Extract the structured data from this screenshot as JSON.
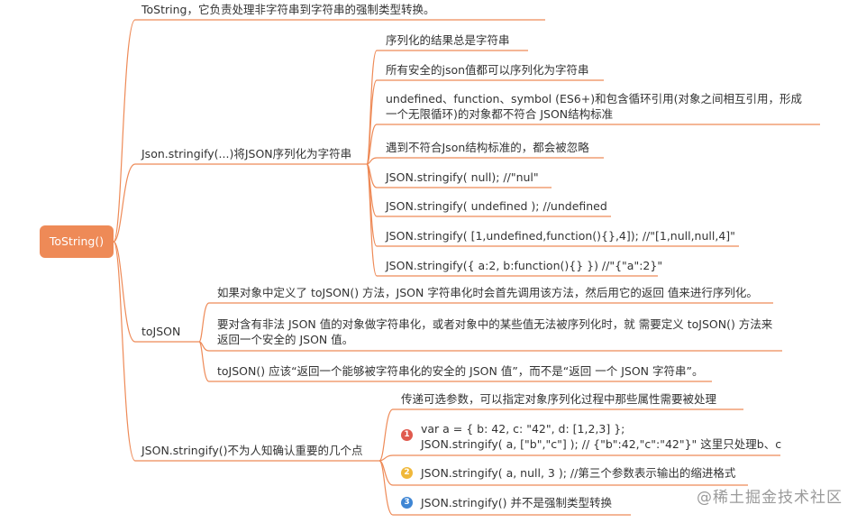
{
  "colors": {
    "accent": "#ee8a57",
    "line": "#ee8a57",
    "badge1": "#e05a4e",
    "badge2": "#f0b83a",
    "badge3": "#3f86d4"
  },
  "root": {
    "label": "ToString()"
  },
  "branches": [
    {
      "label": "ToString，它负责处理非字符串到字符串的强制类型转换。"
    },
    {
      "label": "Json.stringify(...)将JSON序列化为字符串",
      "children": [
        "序列化的结果总是字符串",
        "所有安全的json值都可以序列化为字符串",
        "undefined、function、symbol (ES6+)和包含循环引用(对象之间相互引用，形成一个无限循环)的对象都不符合 JSON结构标准",
        "遇到不符合Json结构标准的，都会被忽略",
        "JSON.stringify( null);     //\"nul\"",
        "JSON.stringify( undefined );  //undefined",
        "JSON.stringify( [1,undefined,function(){},4]);      //\"[1,null,null,4]\"",
        "JSON.stringify({ a:2, b:function(){} })      //\"{\"a\":2}\""
      ]
    },
    {
      "label": "toJSON",
      "children": [
        "如果对象中定义了 toJSON() 方法，JSON 字符串化时会首先调用该方法，然后用它的返回 值来进行序列化。",
        "要对含有非法 JSON 值的对象做字符串化，或者对象中的某些值无法被序列化时，就 需要定义 toJSON() 方法来返回一个安全的 JSON 值。",
        "toJSON() 应该“返回一个能够被字符串化的安全的 JSON 值”，而不是“返回 一个 JSON 字符串”。"
      ]
    },
    {
      "label": "JSON.stringify()不为人知确认重要的几个点",
      "children": [
        {
          "badge": "",
          "lines": [
            "传递可选参数，可以指定对象序列化过程中那些属性需要被处理"
          ]
        },
        {
          "badge": "1",
          "lines": [
            "var a = { b: 42, c: \"42\", d: [1,2,3] };",
            "JSON.stringify( a, [\"b\",\"c\"] );  // {\"b\":42,\"c\":\"42\"}\"   这里只处理b、c"
          ]
        },
        {
          "badge": "2",
          "lines": [
            "JSON.stringify( a, null, 3 );   //第三个参数表示输出的缩进格式"
          ]
        },
        {
          "badge": "3",
          "lines": [
            "JSON.stringify()  并不是强制类型转换"
          ]
        }
      ]
    }
  ],
  "watermark": "@稀土掘金技术社区"
}
